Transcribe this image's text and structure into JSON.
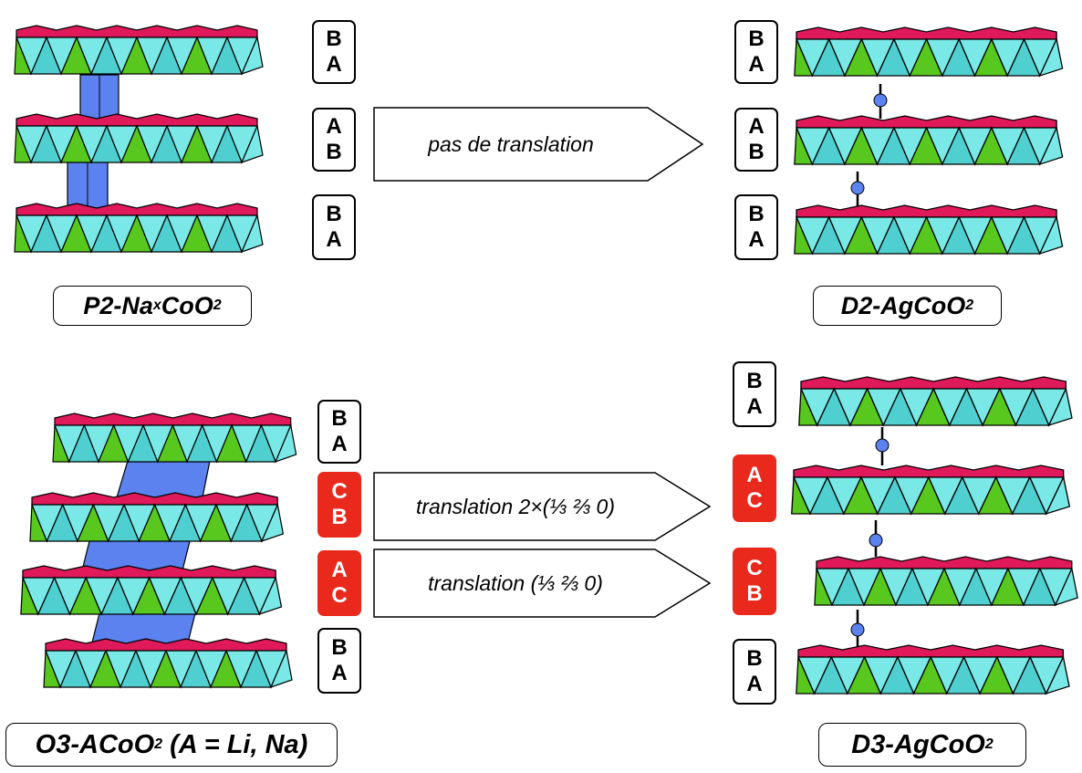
{
  "colors": {
    "octahedron_top": "#e0195a",
    "octahedron_face": "#79e8e6",
    "octahedron_face_dark": "#4fcfd0",
    "octahedron_side": "#58c81e",
    "prism": "#5b82ee",
    "linear_atom": "#5b82ee",
    "shifted_layer": "#e8291c"
  },
  "panels": {
    "p2": {
      "caption": {
        "main": "P2-Na",
        "sub1": "x",
        "mid": "CoO",
        "sub2": "2"
      },
      "stacking": [
        {
          "top": "B",
          "bottom": "A",
          "shifted": false
        },
        {
          "top": "A",
          "bottom": "B",
          "shifted": false
        },
        {
          "top": "B",
          "bottom": "A",
          "shifted": false
        }
      ]
    },
    "d2": {
      "caption": {
        "main": "D2-AgCoO",
        "sub": "2"
      },
      "stacking": [
        {
          "top": "B",
          "bottom": "A",
          "shifted": false
        },
        {
          "top": "A",
          "bottom": "B",
          "shifted": false
        },
        {
          "top": "B",
          "bottom": "A",
          "shifted": false
        }
      ]
    },
    "o3": {
      "caption": {
        "main": "O3-ACoO",
        "sub": "2",
        "rest": " (A = Li, Na)"
      },
      "stacking": [
        {
          "top": "B",
          "bottom": "A",
          "shifted": false
        },
        {
          "top": "C",
          "bottom": "B",
          "shifted": true
        },
        {
          "top": "A",
          "bottom": "C",
          "shifted": true
        },
        {
          "top": "B",
          "bottom": "A",
          "shifted": false
        }
      ]
    },
    "d3": {
      "caption": {
        "main": "D3-AgCoO",
        "sub": "2"
      },
      "stacking": [
        {
          "top": "B",
          "bottom": "A",
          "shifted": false
        },
        {
          "top": "A",
          "bottom": "C",
          "shifted": true
        },
        {
          "top": "C",
          "bottom": "B",
          "shifted": true
        },
        {
          "top": "B",
          "bottom": "A",
          "shifted": false
        }
      ]
    }
  },
  "arrows": {
    "p2_to_d2": "pas de translation",
    "o3_to_d3_upper": "translation 2×(⅓ ⅔ 0)",
    "o3_to_d3_lower": "translation (⅓ ⅔ 0)"
  }
}
